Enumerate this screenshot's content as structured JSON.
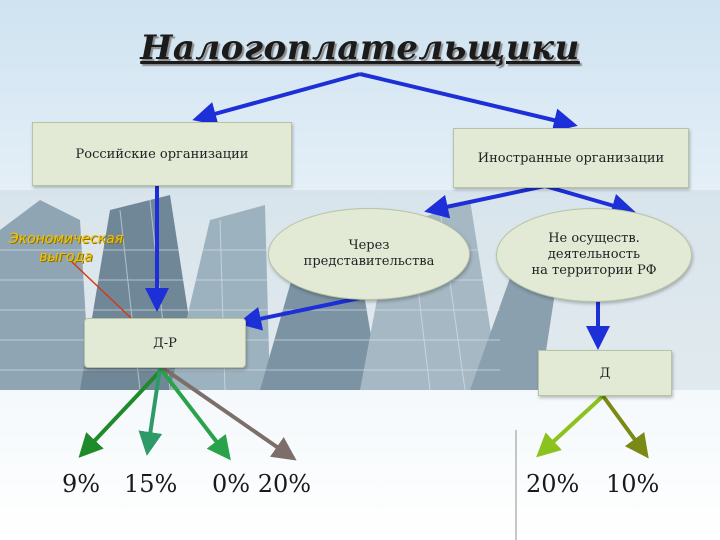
{
  "title": "Налогоплательщики",
  "nodes": {
    "russian": "Российские организации",
    "foreign": "Иностранные организации",
    "rep_line1": "Через",
    "rep_line2": "представительства",
    "noact_line1": "Не осуществ.",
    "noact_line2": "деятельность",
    "noact_line3": "на территории РФ",
    "dr": "Д-Р",
    "d": "Д",
    "econ_line1": "Экономическая",
    "econ_line2": "выгода"
  },
  "rates": {
    "r9": "9%",
    "r15": "15%",
    "r0_20": "0% 20%",
    "r20": "20%",
    "r10": "10%"
  },
  "colors": {
    "blue_arrow": "#1d2fd6",
    "green_dark": "#1f8a2a",
    "green_teal": "#2e9a6a",
    "green_mid": "#2aa24a",
    "gray_brown": "#7d6e6a",
    "lime": "#8cc21e",
    "olive": "#7a8a14",
    "red_line": "#d23a1a",
    "econ_text": "#f2c200"
  }
}
